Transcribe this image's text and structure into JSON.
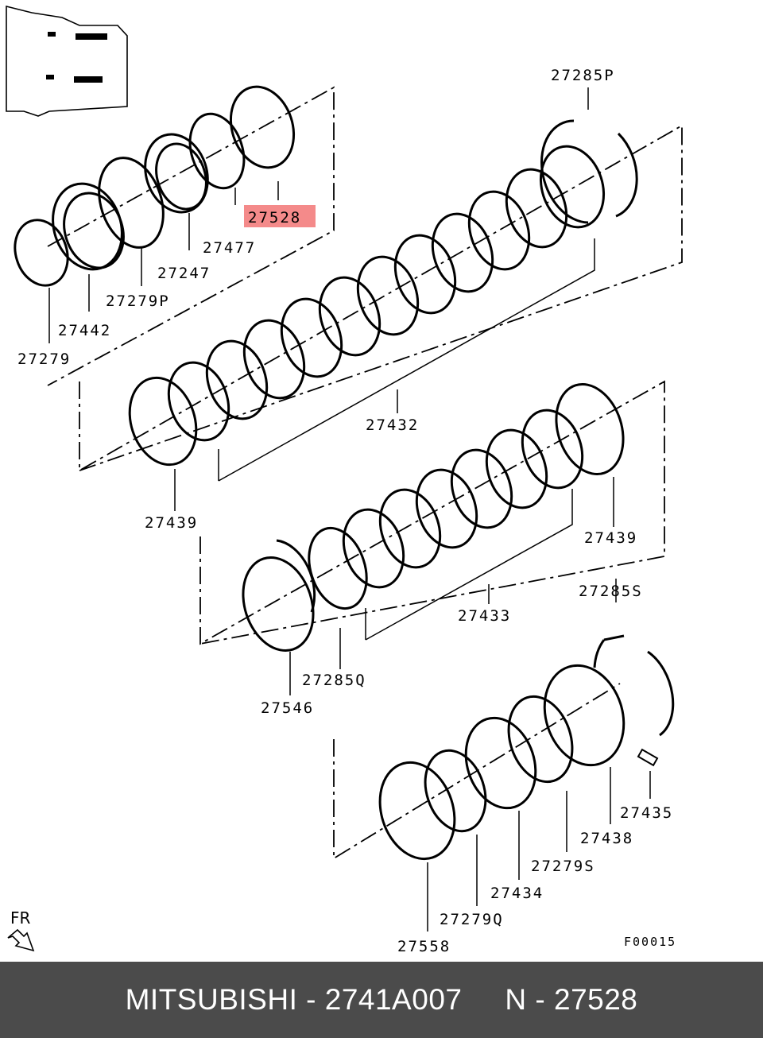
{
  "diagram": {
    "figure_code": "F00015",
    "orientation_label": "FR",
    "highlighted_part": "27528",
    "part_labels": {
      "p27285P": "27285P",
      "p27528": "27528",
      "p27477": "27477",
      "p27247": "27247",
      "p27279P": "27279P",
      "p27442": "27442",
      "p27279": "27279",
      "p27432": "27432",
      "p27439_a": "27439",
      "p27439_b": "27439",
      "p27433": "27433",
      "p27285S": "27285S",
      "p27285Q": "27285Q",
      "p27546": "27546",
      "p27435": "27435",
      "p27438": "27438",
      "p27279S": "27279S",
      "p27434": "27434",
      "p27279Q": "27279Q",
      "p27558": "27558"
    },
    "highlight_color": "#f48a8a"
  },
  "footer": {
    "brand": "MITSUBISHI",
    "separator": " - ",
    "part_number": "2741A007",
    "gap": "     ",
    "ref_prefix": "N - ",
    "ref_number": "27528",
    "background": "#4b4b4b"
  }
}
